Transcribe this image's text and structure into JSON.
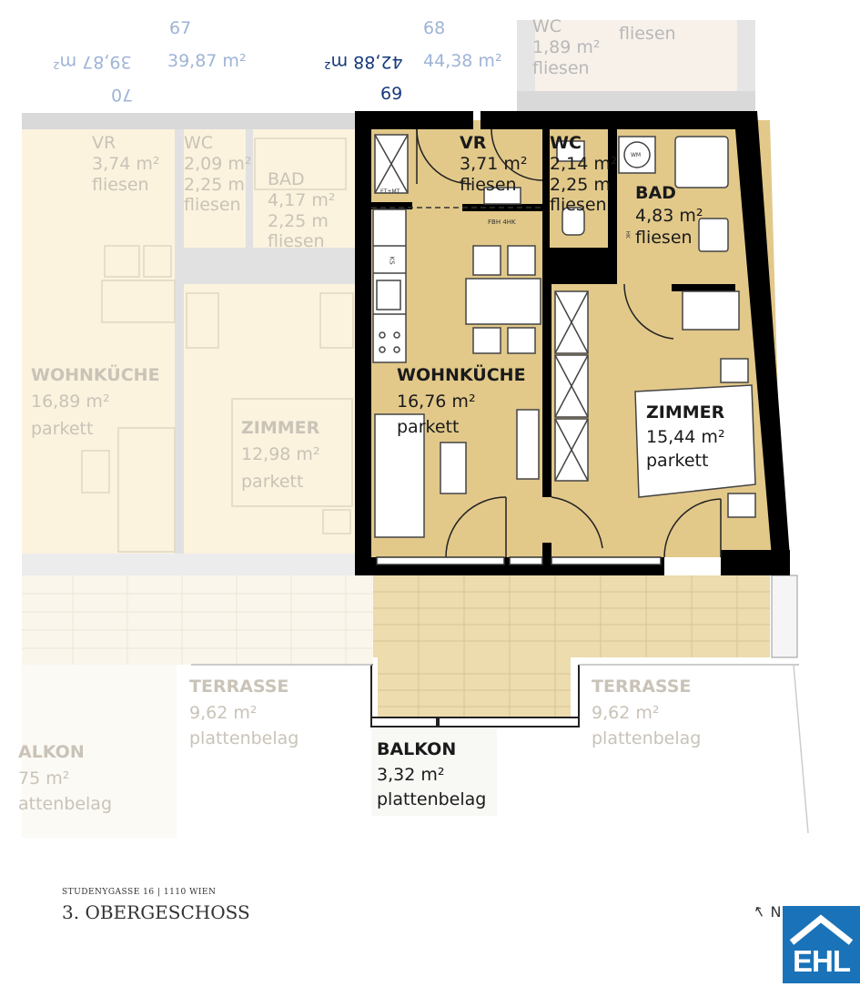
{
  "unit_numbers": {
    "u67": "67",
    "u67_area": "39,87 m²",
    "u68": "68",
    "u68_area": "44,38 m²",
    "u70": "70",
    "u70_area": "39,87 m²",
    "u69": "69",
    "u69_area": "42,88 m²"
  },
  "rooms": {
    "vr_left": {
      "name": "VR",
      "area": "3,74 m²",
      "floor": "fliesen"
    },
    "wc_left": {
      "name": "WC",
      "area": "2,09 m²",
      "height": "2,25 m",
      "floor": "fliesen"
    },
    "bad_left": {
      "name": "BAD",
      "area": "4,17 m²",
      "height": "2,25 m",
      "floor": "fliesen"
    },
    "wohn_left": {
      "name": "WOHNKÜCHE",
      "area": "16,89 m²",
      "floor": "parkett"
    },
    "zimmer_left": {
      "name": "ZIMMER",
      "area": "12,98 m²",
      "floor": "parkett"
    },
    "wc_top": {
      "name": "WC",
      "area": "1,89 m²",
      "floor": "fliesen"
    },
    "vr": {
      "name": "VR",
      "area": "3,71 m²",
      "floor": "fliesen"
    },
    "wc": {
      "name": "WC",
      "area": "2,14 m²",
      "height": "2,25 m",
      "floor": "fliesen"
    },
    "bad": {
      "name": "BAD",
      "area": "4,83 m²",
      "floor": "fliesen"
    },
    "wohn": {
      "name": "WOHNKÜCHE",
      "area": "16,76 m²",
      "floor": "parkett"
    },
    "zimmer": {
      "name": "ZIMMER",
      "area": "15,44 m²",
      "floor": "parkett"
    },
    "terrasse_left": {
      "name": "TERRASSE",
      "area": "9,62 m²",
      "floor": "plattenbelag"
    },
    "terrasse_right": {
      "name": "TERRASSE",
      "area": "9,62 m²",
      "floor": "plattenbelag"
    },
    "balkon_left": {
      "name": "ALKON",
      "area": "75 m²",
      "floor": "attenbelag"
    },
    "balkon": {
      "name": "BALKON",
      "area": "3,32 m²",
      "floor": "plattenbelag"
    }
  },
  "plan_marks": {
    "fbh": "FBH 4HK",
    "wm": "WM",
    "etmt": "ET+MT",
    "ks": "KS",
    "hk": "HK"
  },
  "footer": {
    "address": "STUDENYGASSE 16 | 1110 WIEN",
    "floor": "3. OBERGESCHOSS",
    "north": "N",
    "north_arrow": "↑"
  },
  "logo": {
    "text": "EHL"
  },
  "colors": {
    "unit_fill": "#e2c98a",
    "neighbor_fill": "#fbf3de",
    "wall": "#000000",
    "faded_wall": "#cfcfcf",
    "unit_number": "#173a7a",
    "neighbor_number": "#9fb4d6",
    "logo_blue": "#1a73b8"
  }
}
